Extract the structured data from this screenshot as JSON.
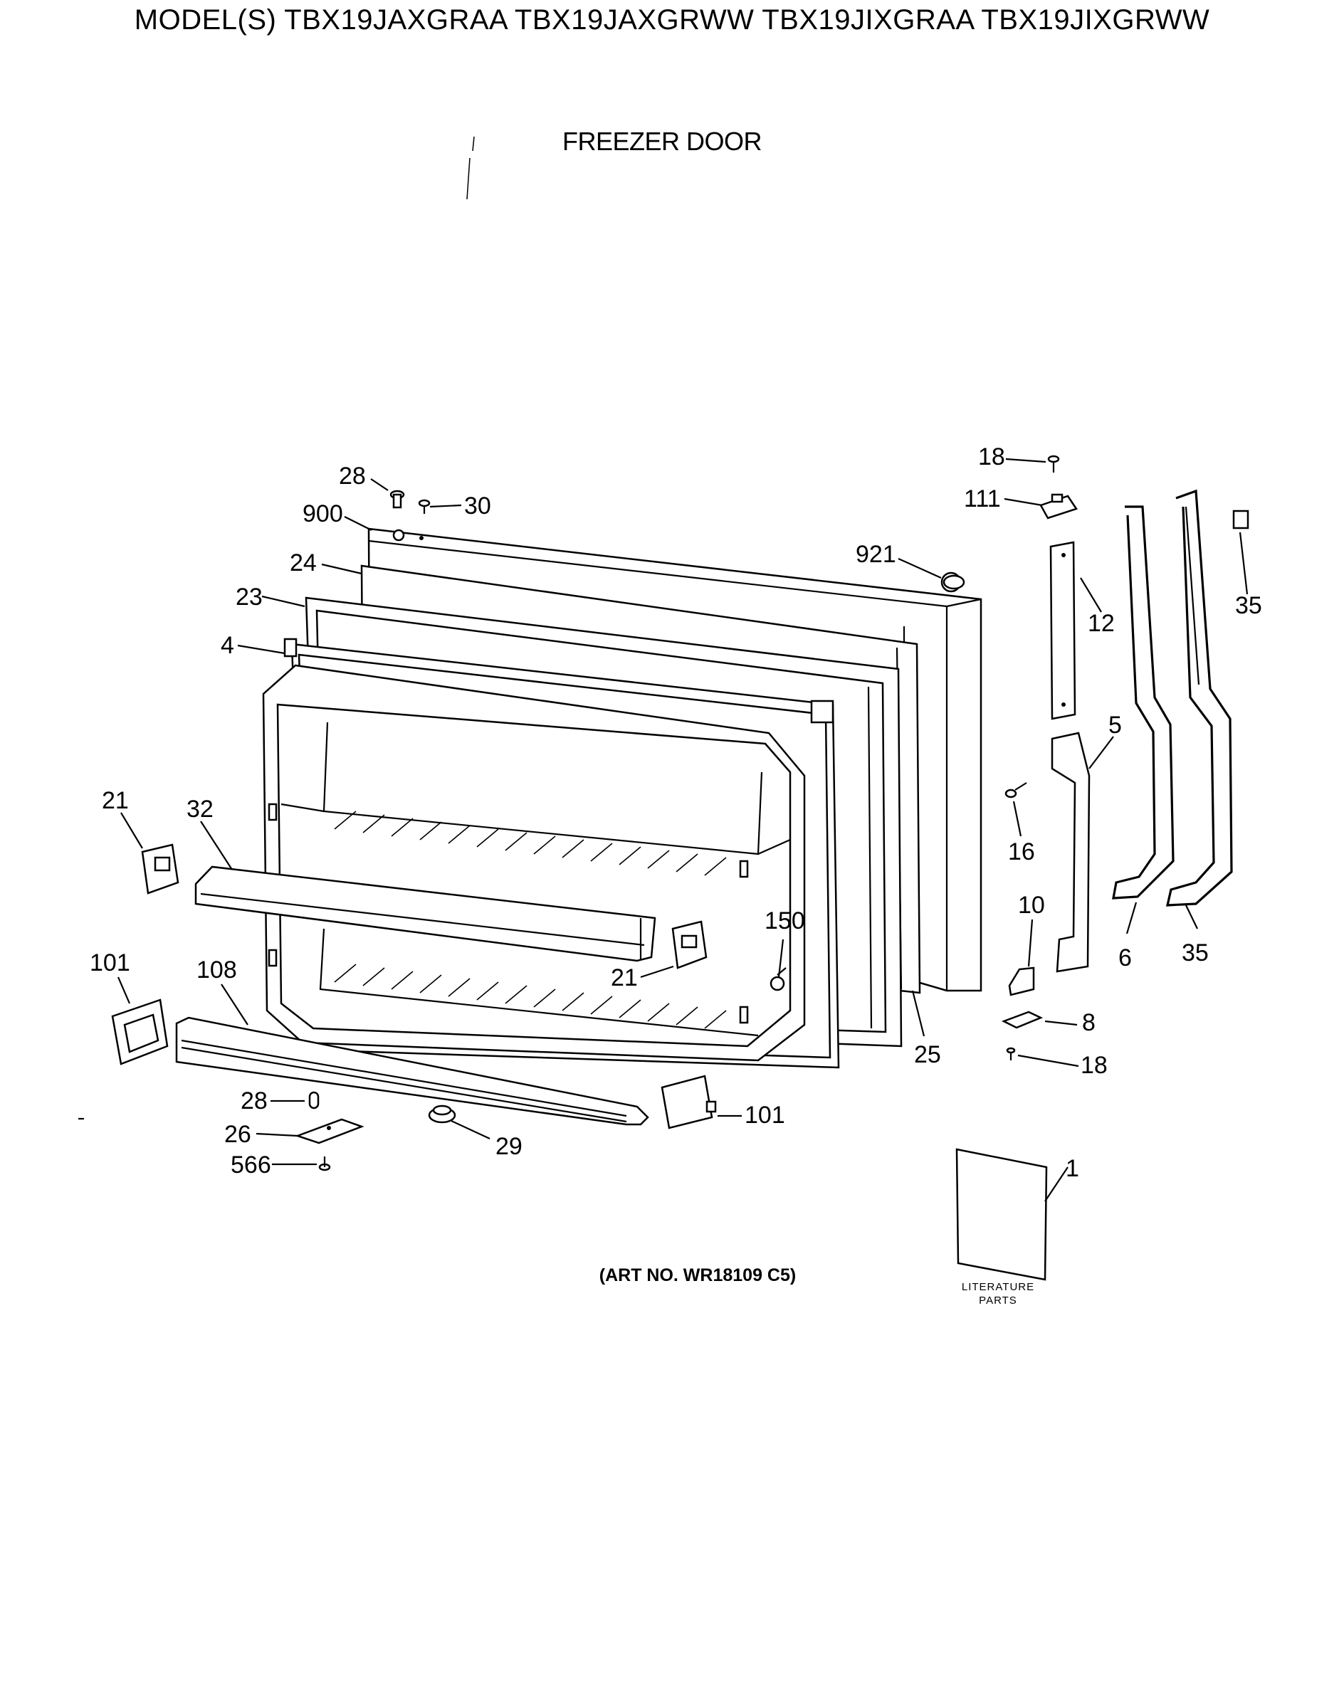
{
  "header": {
    "models": "MODEL(S) TBX19JAXGRAA  TBX19JAXGRWW  TBX19JIXGRAA  TBX19JIXGRWW"
  },
  "section_title": "FREEZER DOOR",
  "art_number": "(ART NO. WR18109 C5)",
  "literature_label": {
    "line1": "LITERATURE",
    "line2": "PARTS"
  },
  "callouts": [
    {
      "id": "c28a",
      "label": "28"
    },
    {
      "id": "c30",
      "label": "30"
    },
    {
      "id": "c900",
      "label": "900"
    },
    {
      "id": "c24",
      "label": "24"
    },
    {
      "id": "c23",
      "label": "23"
    },
    {
      "id": "c4",
      "label": "4"
    },
    {
      "id": "c21a",
      "label": "21"
    },
    {
      "id": "c32",
      "label": "32"
    },
    {
      "id": "c101a",
      "label": "101"
    },
    {
      "id": "c108",
      "label": "108"
    },
    {
      "id": "c28b",
      "label": "28"
    },
    {
      "id": "c26",
      "label": "26"
    },
    {
      "id": "c566",
      "label": "566"
    },
    {
      "id": "c29",
      "label": "29"
    },
    {
      "id": "c101b",
      "label": "101"
    },
    {
      "id": "c21b",
      "label": "21"
    },
    {
      "id": "c150",
      "label": "150"
    },
    {
      "id": "c921",
      "label": "921"
    },
    {
      "id": "c25",
      "label": "25"
    },
    {
      "id": "c18a",
      "label": "18"
    },
    {
      "id": "c111",
      "label": "111"
    },
    {
      "id": "c12",
      "label": "12"
    },
    {
      "id": "c35a",
      "label": "35"
    },
    {
      "id": "c5",
      "label": "5"
    },
    {
      "id": "c16",
      "label": "16"
    },
    {
      "id": "c10",
      "label": "10"
    },
    {
      "id": "c6",
      "label": "6"
    },
    {
      "id": "c35b",
      "label": "35"
    },
    {
      "id": "c8",
      "label": "8"
    },
    {
      "id": "c18b",
      "label": "18"
    },
    {
      "id": "c1",
      "label": "1"
    }
  ]
}
